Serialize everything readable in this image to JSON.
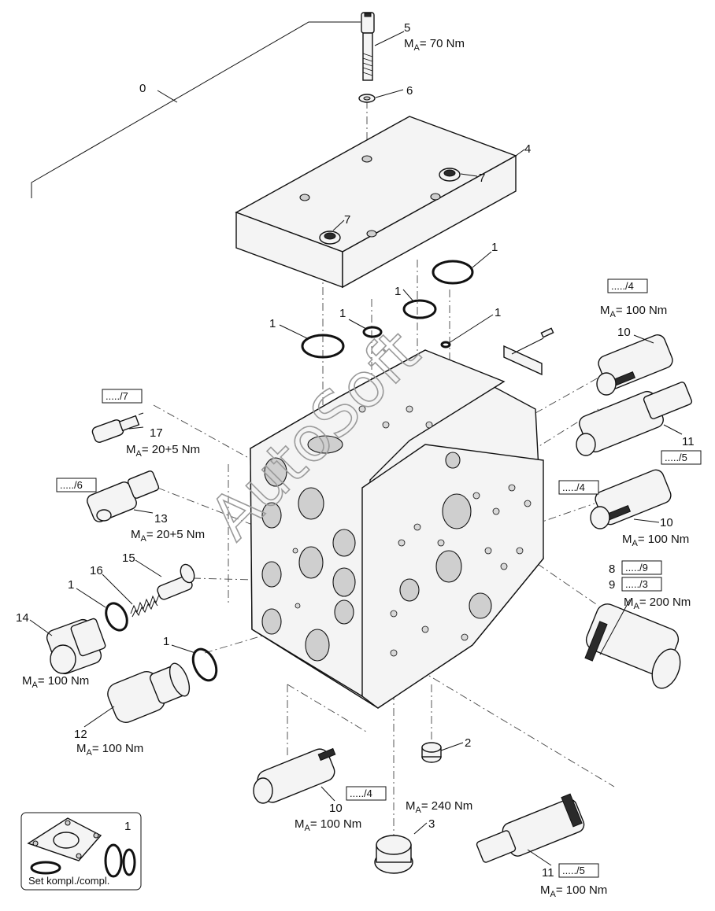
{
  "diagram": {
    "callouts": {
      "c0": "0",
      "c1a": "1",
      "c1b": "1",
      "c1c": "1",
      "c1d": "1",
      "c1e": "1",
      "c1f": "1",
      "c1g": "1",
      "c2": "2",
      "c3": "3",
      "c4": "4",
      "c5": "5",
      "c6": "6",
      "c7a": "7",
      "c7b": "7",
      "c8": "8",
      "c9": "9",
      "c10a": "10",
      "c10b": "10",
      "c10c": "10",
      "c11a": "11",
      "c11b": "11",
      "c12": "12",
      "c13": "13",
      "c14": "14",
      "c15": "15",
      "c16": "16",
      "c17": "17"
    },
    "torques": {
      "t5": "70 Nm",
      "t10a": "100 Nm",
      "t17": "20+5 Nm",
      "t13": "20+5 Nm",
      "t10b": "100 Nm",
      "t89": "200 Nm",
      "t14": "100 Nm",
      "t12": "100 Nm",
      "t3": "240 Nm",
      "t10c": "100 Nm",
      "t11b": "100 Nm"
    },
    "torque_prefix": "M",
    "torque_subscript": "A",
    "torque_eq": "= ",
    "refs": {
      "r10a": "...../4",
      "r17": "...../7",
      "r13": "...../6",
      "r11a": "...../5",
      "r10b": "...../4",
      "r8": "...../9",
      "r9": "...../3",
      "r10c": "...../4",
      "r11b": "...../5"
    },
    "kit": {
      "number": "1",
      "caption": "Set kompl./compl."
    },
    "watermark": "AutoSoft"
  }
}
